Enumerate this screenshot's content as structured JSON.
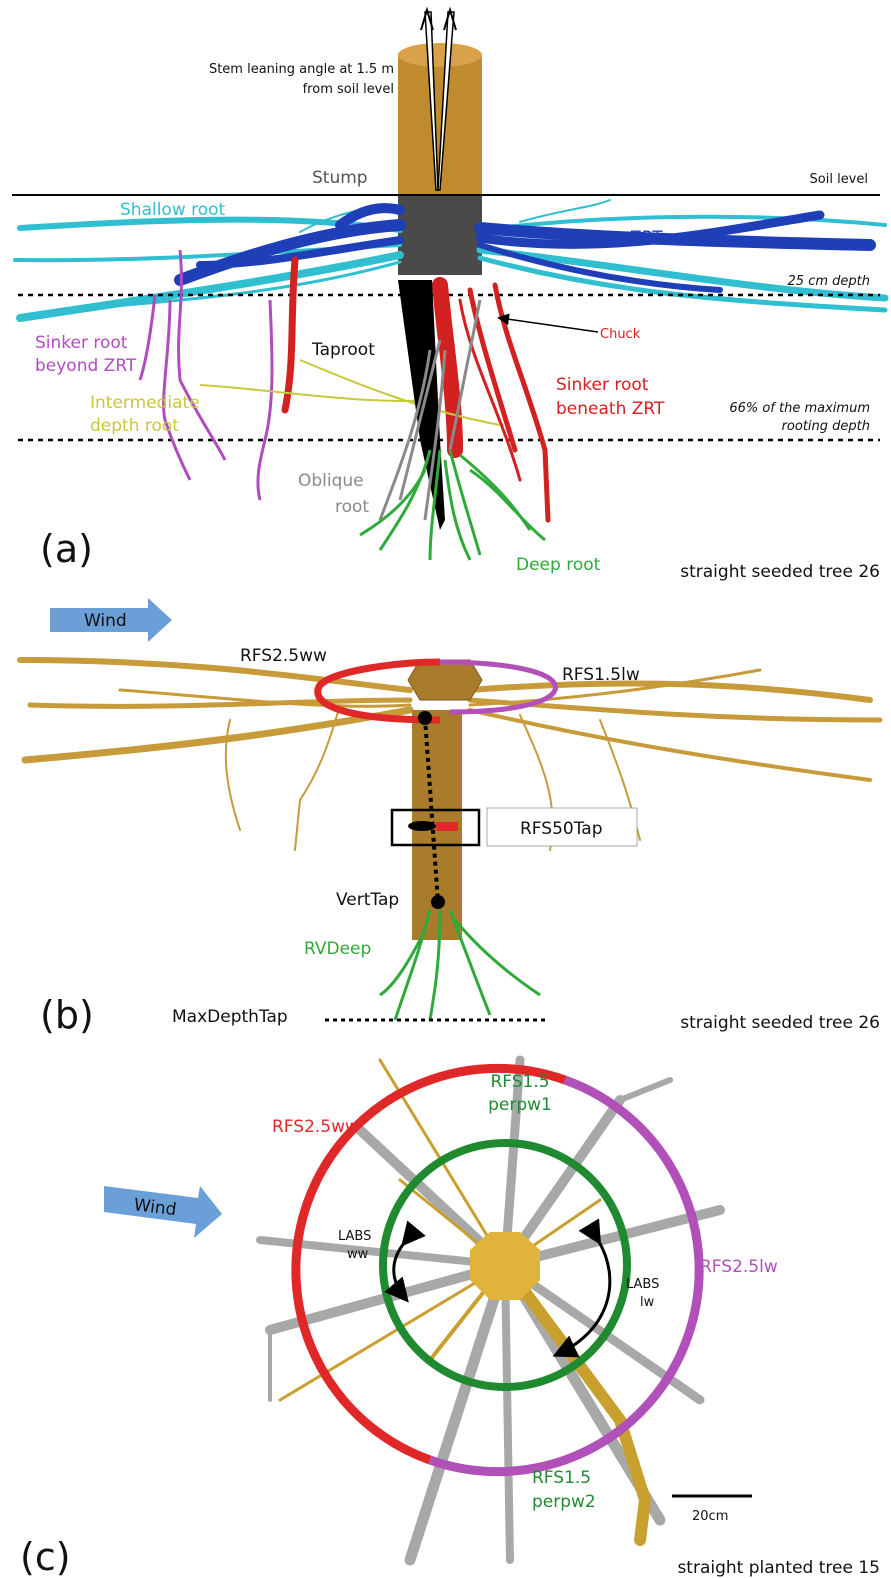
{
  "colors": {
    "stem": "#c08a2e",
    "stump": "#4a4a4a",
    "shallow_root": "#2fbfd0",
    "zrt": "#1f3fb8",
    "taproot": "#000000",
    "sinker_beyond": "#b04cc0",
    "sinker_beneath": "#d32020",
    "intermediate": "#c8c83a",
    "oblique": "#8a8a8a",
    "deep": "#2faa3a",
    "roots_b": "#c79a3a",
    "roots_c_grey": "#a8a8a8",
    "roots_c_gold": "#c9a02e",
    "wind_arrow": "#6a9fd8",
    "rfs_ww": "#e02828",
    "rfs_lw": "#b050b8",
    "rfs_perp": "#1f8a2f"
  },
  "panel_a": {
    "tag": "(a)",
    "stem_leaning": "Stem leaning angle at 1.5 m",
    "from_soil": "from soil level",
    "stump": "Stump",
    "soil_level": "Soil level",
    "shallow_root": "Shallow root",
    "zrt": "ZRT",
    "depth25": "25 cm depth",
    "chuck": "Chuck",
    "taproot": "Taproot",
    "sinker_beyond_1": "Sinker root",
    "sinker_beyond_2": "beyond ZRT",
    "sinker_beneath_1": "Sinker root",
    "sinker_beneath_2": "beneath ZRT",
    "intermediate_1": "Intermediate",
    "intermediate_2": "depth root",
    "depth66_1": "66% of the maximum",
    "depth66_2": "rooting depth",
    "oblique_1": "Oblique",
    "oblique_2": "root",
    "deep_root": "Deep root",
    "tree": "straight seeded tree 26"
  },
  "panel_b": {
    "tag": "(b)",
    "wind": "Wind",
    "rfs_ww": "RFS2.5ww",
    "rfs_lw": "RFS1.5lw",
    "rfs50": "RFS50Tap",
    "verttap": "VertTap",
    "rvdeep": "RVDeep",
    "maxdepth": "MaxDepthTap",
    "tree": "straight seeded tree 26"
  },
  "panel_c": {
    "tag": "(c)",
    "wind": "Wind",
    "rfs_perp1_1": "RFS1.5",
    "rfs_perp1_2": "perpw1",
    "rfs_ww": "RFS2.5ww",
    "rfs_lw": "RFS2.5lw",
    "labs_ww_1": "LABS",
    "labs_ww_2": "ww",
    "labs_lw_1": "LABS",
    "labs_lw_2": "lw",
    "rfs_perp2_1": "RFS1.5",
    "rfs_perp2_2": "perpw2",
    "scale": "20cm",
    "tree": "straight planted tree 15"
  }
}
